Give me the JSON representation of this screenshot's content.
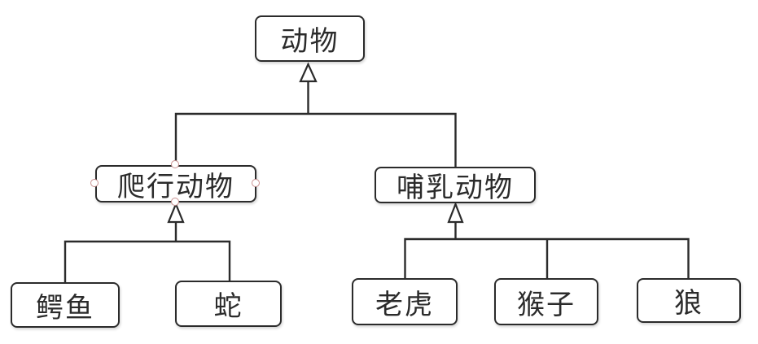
{
  "diagram": {
    "type": "hierarchy-flowchart",
    "colors": {
      "background": "#ffffff",
      "node_fill": "#ffffff",
      "line_stroke": "#2b2b2b",
      "text": "#2b2b2b",
      "selection_handle": "#c9908f"
    },
    "nodes": {
      "animal": {
        "label": "动物",
        "selected": false
      },
      "reptile": {
        "label": "爬行动物",
        "selected": true
      },
      "mammal": {
        "label": "哺乳动物",
        "selected": false
      },
      "crocodile": {
        "label": "鳄鱼",
        "selected": false
      },
      "snake": {
        "label": "蛇",
        "selected": false
      },
      "tiger": {
        "label": "老虎",
        "selected": false
      },
      "monkey": {
        "label": "猴子",
        "selected": false
      },
      "wolf": {
        "label": "狼",
        "selected": false
      }
    },
    "edges": [
      {
        "from": "reptile",
        "to": "animal",
        "style": "hollow-triangle-arrow"
      },
      {
        "from": "mammal",
        "to": "animal",
        "style": "hollow-triangle-arrow"
      },
      {
        "from": "crocodile",
        "to": "reptile",
        "style": "hollow-triangle-arrow"
      },
      {
        "from": "snake",
        "to": "reptile",
        "style": "hollow-triangle-arrow"
      },
      {
        "from": "tiger",
        "to": "mammal",
        "style": "hollow-triangle-arrow"
      },
      {
        "from": "monkey",
        "to": "mammal",
        "style": "hollow-triangle-arrow"
      },
      {
        "from": "wolf",
        "to": "mammal",
        "style": "hollow-triangle-arrow"
      }
    ]
  }
}
